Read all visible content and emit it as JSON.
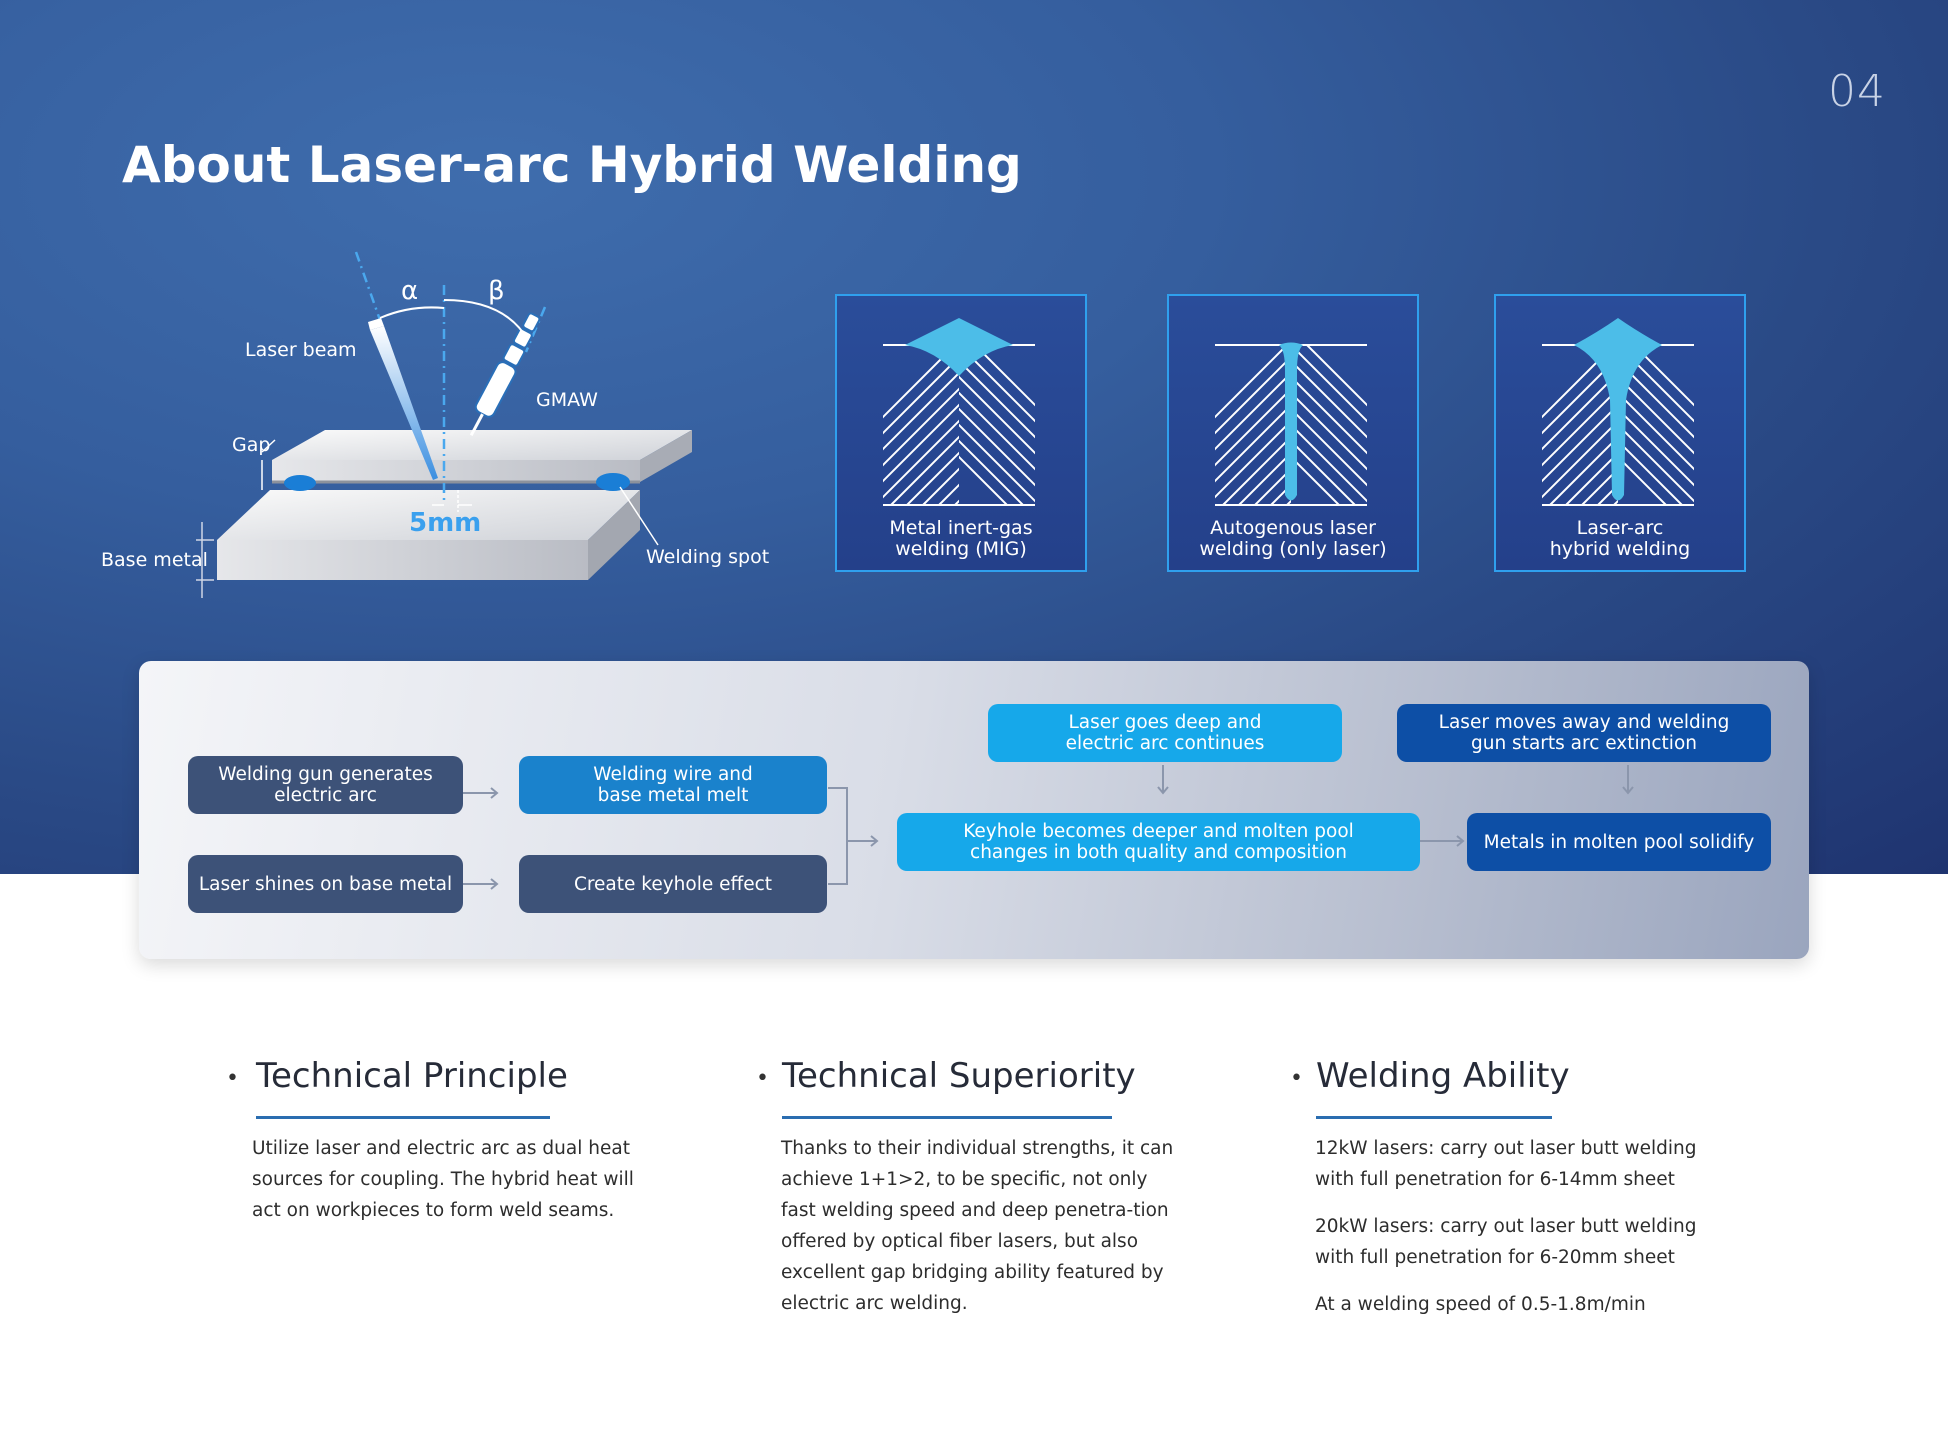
{
  "page": {
    "number": "04",
    "title": "About Laser-arc Hybrid Welding"
  },
  "diagram": {
    "alpha": "α",
    "beta": "β",
    "laser_beam": "Laser beam",
    "gmaw": "GMAW",
    "gap": "Gap",
    "base_metal": "Base metal",
    "distance": "5mm",
    "welding_spot": "Welding spot"
  },
  "cross_sections": [
    {
      "caption": "Metal inert-gas\nwelding (MIG)",
      "icon": "mig-weld-cross-section-icon"
    },
    {
      "caption": "Autogenous laser\nwelding (only laser)",
      "icon": "laser-weld-cross-section-icon"
    },
    {
      "caption": "Laser-arc\nhybrid welding",
      "icon": "hybrid-weld-cross-section-icon"
    }
  ],
  "process_flow": {
    "gun_arc": "Welding gun generates\nelectric arc",
    "laser_shines": "Laser shines on base metal",
    "wire_melt": "Welding wire and\nbase metal melt",
    "keyhole_effect": "Create keyhole effect",
    "laser_deep": "Laser goes deep and\nelectric arc continues",
    "keyhole_deeper": "Keyhole becomes deeper and molten pool\nchanges in both quality and composition",
    "laser_moves_away": "Laser moves away and welding\ngun starts arc extinction",
    "metals_solidify": "Metals in molten pool solidify"
  },
  "sections": {
    "principle": {
      "bullet": "•",
      "heading": "Technical Principle",
      "body": "Utilize laser and electric arc as dual heat sources for coupling. The hybrid heat will act on workpieces to form weld seams."
    },
    "superiority": {
      "bullet": "•",
      "heading": "Technical Superiority",
      "body": "Thanks to their individual strengths, it can achieve 1+1>2, to be specific, not only fast welding speed and deep penetra-tion offered by optical fiber lasers, but also excellent gap bridging ability featured by electric arc welding."
    },
    "ability": {
      "bullet": "•",
      "heading": "Welding Ability",
      "lines": [
        "12kW lasers: carry out laser butt welding\nwith full penetration for 6-14mm sheet",
        "20kW lasers: carry out laser butt welding\nwith full penetration for 6-20mm sheet",
        "At a welding speed of 0.5-1.8m/min"
      ]
    }
  },
  "colors": {
    "hero_bg": "#355e9e",
    "accent_cyan": "#4cbde8",
    "flow_slate": "#3d5278",
    "flow_blue": "#1a82cc",
    "flow_light": "#16a8ea",
    "flow_navy": "#0d4fa6",
    "underline": "#2a6db0"
  }
}
